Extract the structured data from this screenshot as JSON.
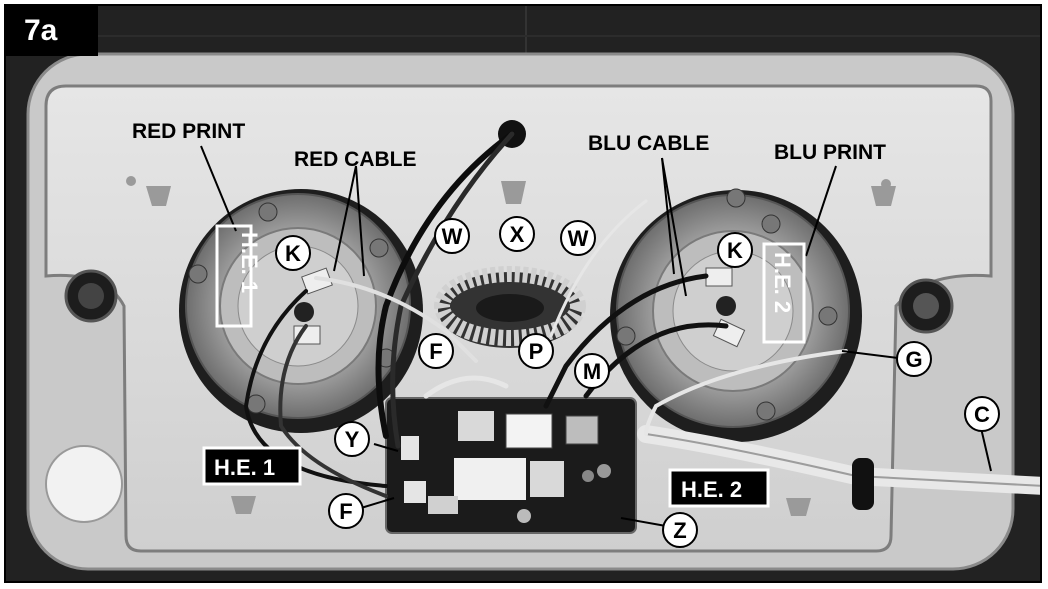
{
  "figure_tag": "7a",
  "labels": {
    "red_print": "RED PRINT",
    "red_cable": "RED CABLE",
    "blu_cable": "BLU CABLE",
    "blu_print": "BLU PRINT"
  },
  "boxes": {
    "he1_vertical": "H.E. 1",
    "he2_vertical": "H.E. 2",
    "he1_bottom": "H.E. 1",
    "he2_bottom": "H.E. 2"
  },
  "callouts": {
    "k_left": "K",
    "w_left": "W",
    "x": "X",
    "w_right": "W",
    "k_right": "K",
    "f_top": "F",
    "p": "P",
    "m": "M",
    "g": "G",
    "c": "C",
    "y": "Y",
    "f_bottom": "F",
    "z": "Z"
  }
}
